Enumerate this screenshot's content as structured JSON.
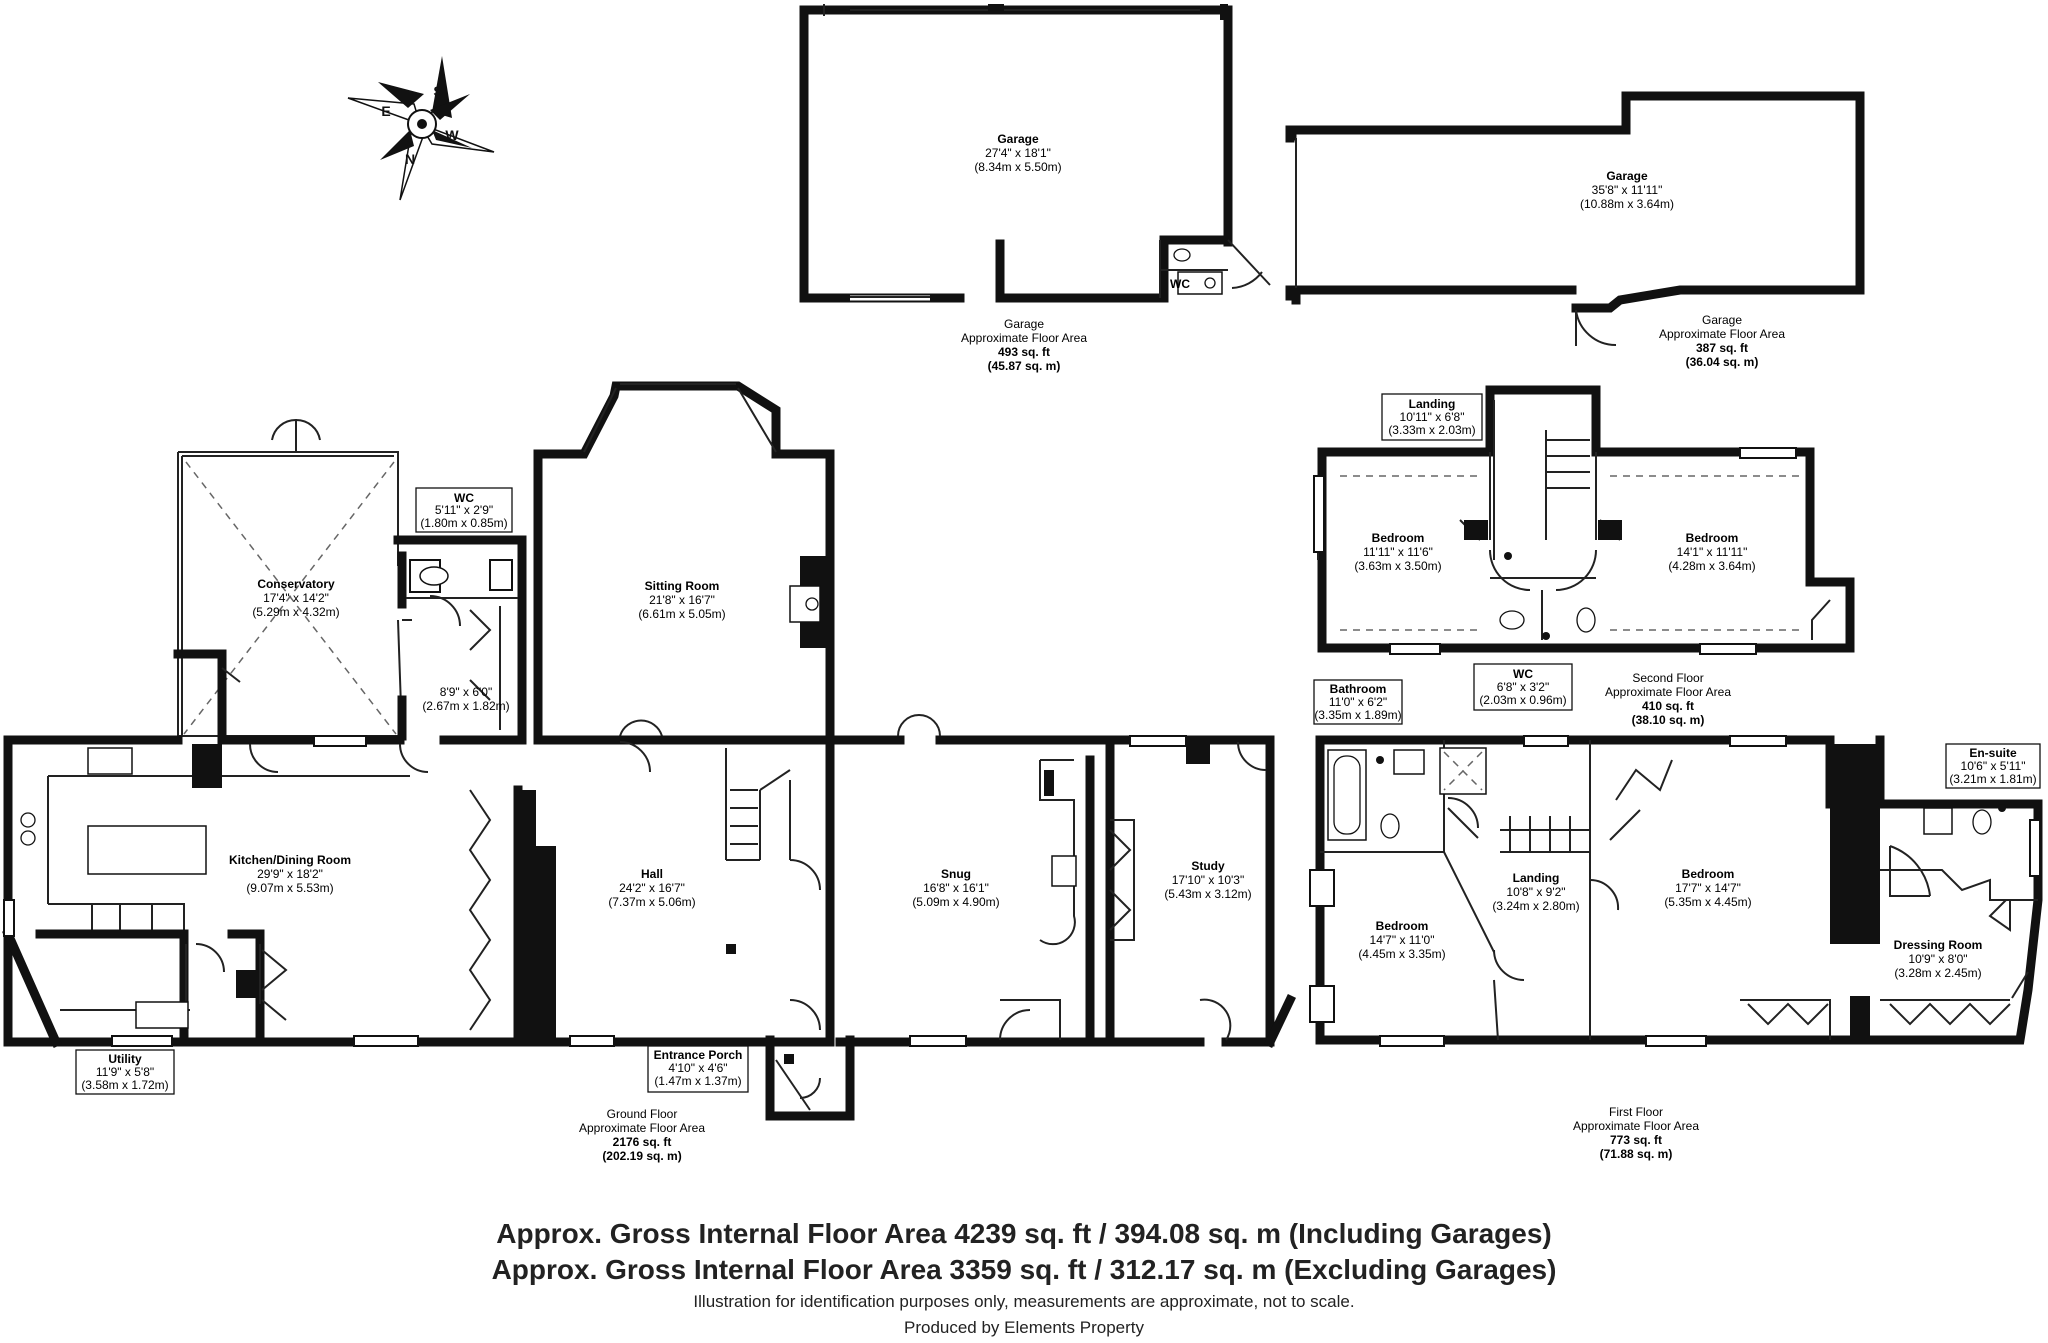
{
  "compass": {
    "n": "N",
    "s": "S",
    "e": "E",
    "w": "W"
  },
  "garage1": {
    "name": "Garage",
    "dim_imp": "27'4\" x 18'1\"",
    "dim_met": "(8.34m x 5.50m)",
    "wc": "WC",
    "area_title": "Garage",
    "area_label": "Approximate Floor Area",
    "area_sqft": "493 sq. ft",
    "area_sqm": "(45.87 sq. m)"
  },
  "garage2": {
    "name": "Garage",
    "dim_imp": "35'8\" x 11'11\"",
    "dim_met": "(10.88m x 3.64m)",
    "area_title": "Garage",
    "area_label": "Approximate Floor Area",
    "area_sqft": "387 sq. ft",
    "area_sqm": "(36.04 sq. m)"
  },
  "ground": {
    "conservatory": {
      "name": "Conservatory",
      "dim_imp": "17'4\" x 14'2\"",
      "dim_met": "(5.29m x 4.32m)"
    },
    "wc": {
      "name": "WC",
      "dim_imp": "5'11\" x 2'9\"",
      "dim_met": "(1.80m x 0.85m)"
    },
    "closet": {
      "dim_imp": "8'9\" x 6'0\"",
      "dim_met": "(2.67m x 1.82m)"
    },
    "sitting": {
      "name": "Sitting Room",
      "dim_imp": "21'8\" x 16'7\"",
      "dim_met": "(6.61m x 5.05m)"
    },
    "kitchen": {
      "name": "Kitchen/Dining Room",
      "dim_imp": "29'9\" x 18'2\"",
      "dim_met": "(9.07m x 5.53m)"
    },
    "hall": {
      "name": "Hall",
      "dim_imp": "24'2\" x 16'7\"",
      "dim_met": "(7.37m x 5.06m)"
    },
    "snug": {
      "name": "Snug",
      "dim_imp": "16'8\" x 16'1\"",
      "dim_met": "(5.09m x 4.90m)"
    },
    "study": {
      "name": "Study",
      "dim_imp": "17'10\" x 10'3\"",
      "dim_met": "(5.43m x 3.12m)"
    },
    "utility": {
      "name": "Utility",
      "dim_imp": "11'9\" x 5'8\"",
      "dim_met": "(3.58m x 1.72m)"
    },
    "porch": {
      "name": "Entrance Porch",
      "dim_imp": "4'10\" x 4'6\"",
      "dim_met": "(1.47m x 1.37m)"
    },
    "area_title": "Ground Floor",
    "area_label": "Approximate Floor Area",
    "area_sqft": "2176 sq. ft",
    "area_sqm": "(202.19 sq. m)"
  },
  "second": {
    "landing": {
      "name": "Landing",
      "dim_imp": "10'11\" x 6'8\"",
      "dim_met": "(3.33m x 2.03m)"
    },
    "bed_left": {
      "name": "Bedroom",
      "dim_imp": "11'11\" x 11'6\"",
      "dim_met": "(3.63m x 3.50m)"
    },
    "bed_right": {
      "name": "Bedroom",
      "dim_imp": "14'1\" x 11'11\"",
      "dim_met": "(4.28m x 3.64m)"
    },
    "wc": {
      "name": "WC",
      "dim_imp": "6'8\" x 3'2\"",
      "dim_met": "(2.03m x 0.96m)"
    },
    "area_title": "Second Floor",
    "area_label": "Approximate Floor Area",
    "area_sqft": "410 sq. ft",
    "area_sqm": "(38.10 sq. m)"
  },
  "first": {
    "bathroom": {
      "name": "Bathroom",
      "dim_imp": "11'0\" x 6'2\"",
      "dim_met": "(3.35m x 1.89m)"
    },
    "ensuite": {
      "name": "En-suite",
      "dim_imp": "10'6\" x 5'11\"",
      "dim_met": "(3.21m x 1.81m)"
    },
    "bed_left": {
      "name": "Bedroom",
      "dim_imp": "14'7\" x 11'0\"",
      "dim_met": "(4.45m x 3.35m)"
    },
    "landing": {
      "name": "Landing",
      "dim_imp": "10'8\" x 9'2\"",
      "dim_met": "(3.24m x 2.80m)"
    },
    "bed_main": {
      "name": "Bedroom",
      "dim_imp": "17'7\" x 14'7\"",
      "dim_met": "(5.35m x 4.45m)"
    },
    "dressing": {
      "name": "Dressing Room",
      "dim_imp": "10'9\" x 8'0\"",
      "dim_met": "(3.28m x 2.45m)"
    },
    "area_title": "First Floor",
    "area_label": "Approximate Floor Area",
    "area_sqft": "773 sq. ft",
    "area_sqm": "(71.88 sq. m)"
  },
  "footer": {
    "incl": "Approx. Gross Internal Floor Area 4239 sq. ft / 394.08 sq. m (Including Garages)",
    "excl": "Approx. Gross Internal Floor Area 3359 sq. ft / 312.17 sq. m (Excluding Garages)",
    "disclaimer": "Illustration for identification purposes only, measurements are approximate, not to scale.",
    "producer": "Produced by Elements Property"
  }
}
